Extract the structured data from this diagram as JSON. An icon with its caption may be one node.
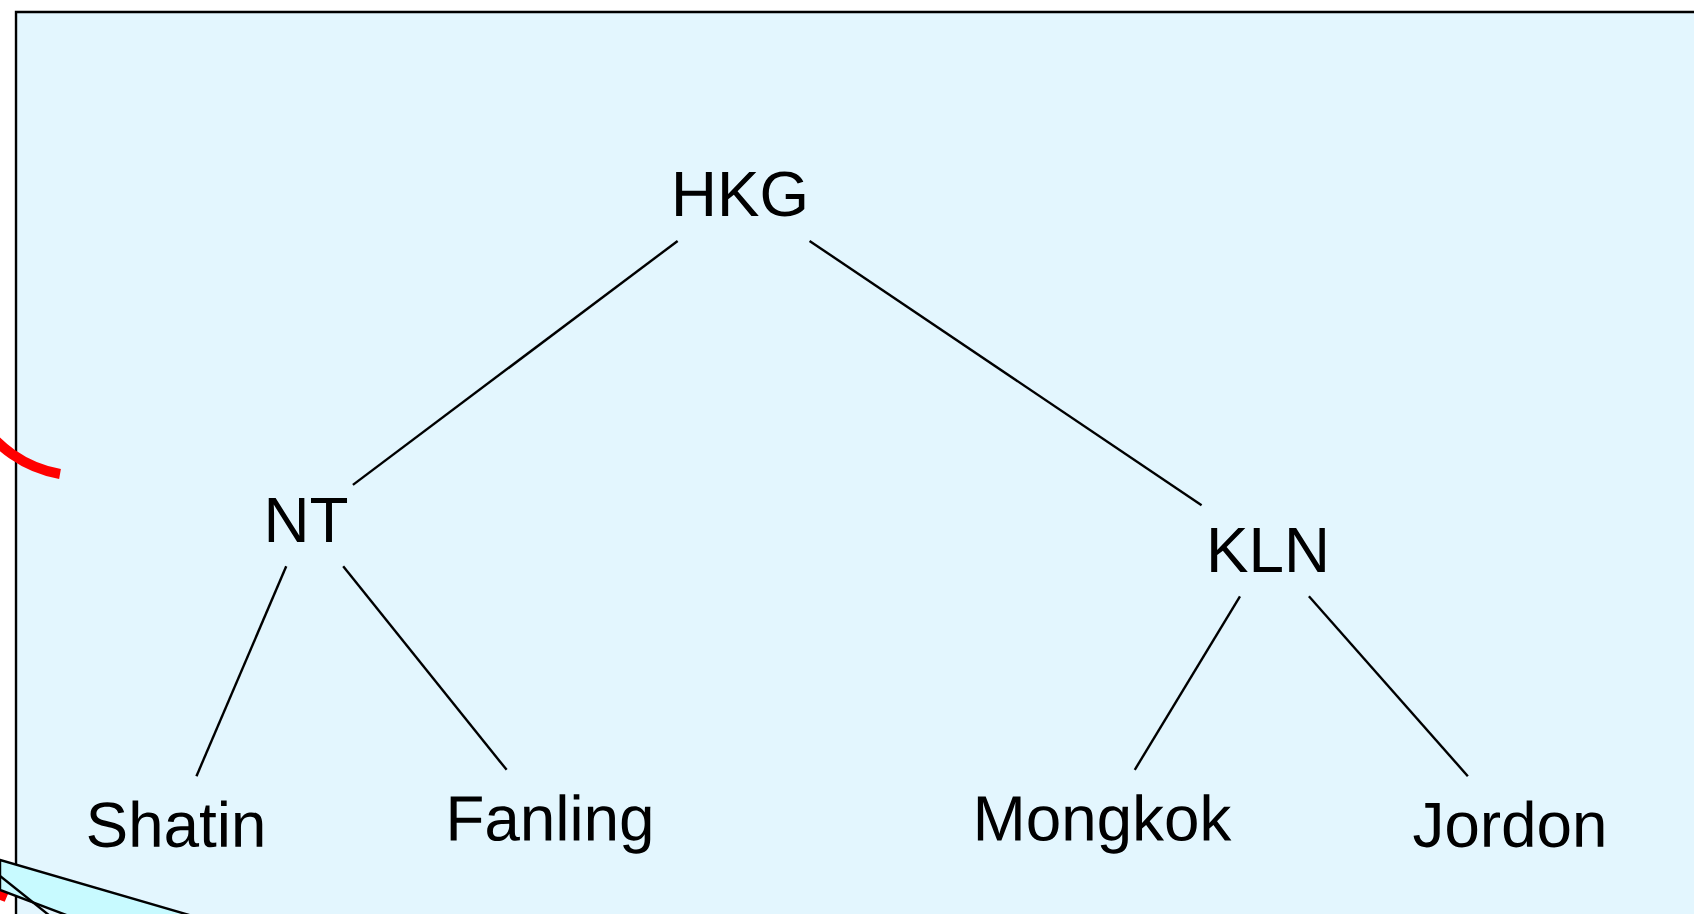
{
  "diagram": {
    "nodes": [
      {
        "text": [
          "HKG"
        ]
      },
      {
        "text": [
          "NT"
        ]
      },
      {
        "text": [
          "KLN"
        ]
      },
      {
        "text": [
          "Shatin"
        ]
      },
      {
        "text": [
          "Fanling"
        ]
      },
      {
        "text": [
          "Mongkok"
        ]
      },
      {
        "text": [
          "Jordon"
        ]
      }
    ],
    "edges": [
      {
        "from": 0,
        "to": 1,
        "arrow": "none"
      },
      {
        "from": 0,
        "to": 2,
        "arrow": "none"
      },
      {
        "from": 1,
        "to": 3,
        "arrow": "none"
      },
      {
        "from": 1,
        "to": 4,
        "arrow": "none"
      },
      {
        "from": 2,
        "to": 5,
        "arrow": "none"
      },
      {
        "from": 2,
        "to": 6,
        "arrow": "none"
      }
    ]
  }
}
